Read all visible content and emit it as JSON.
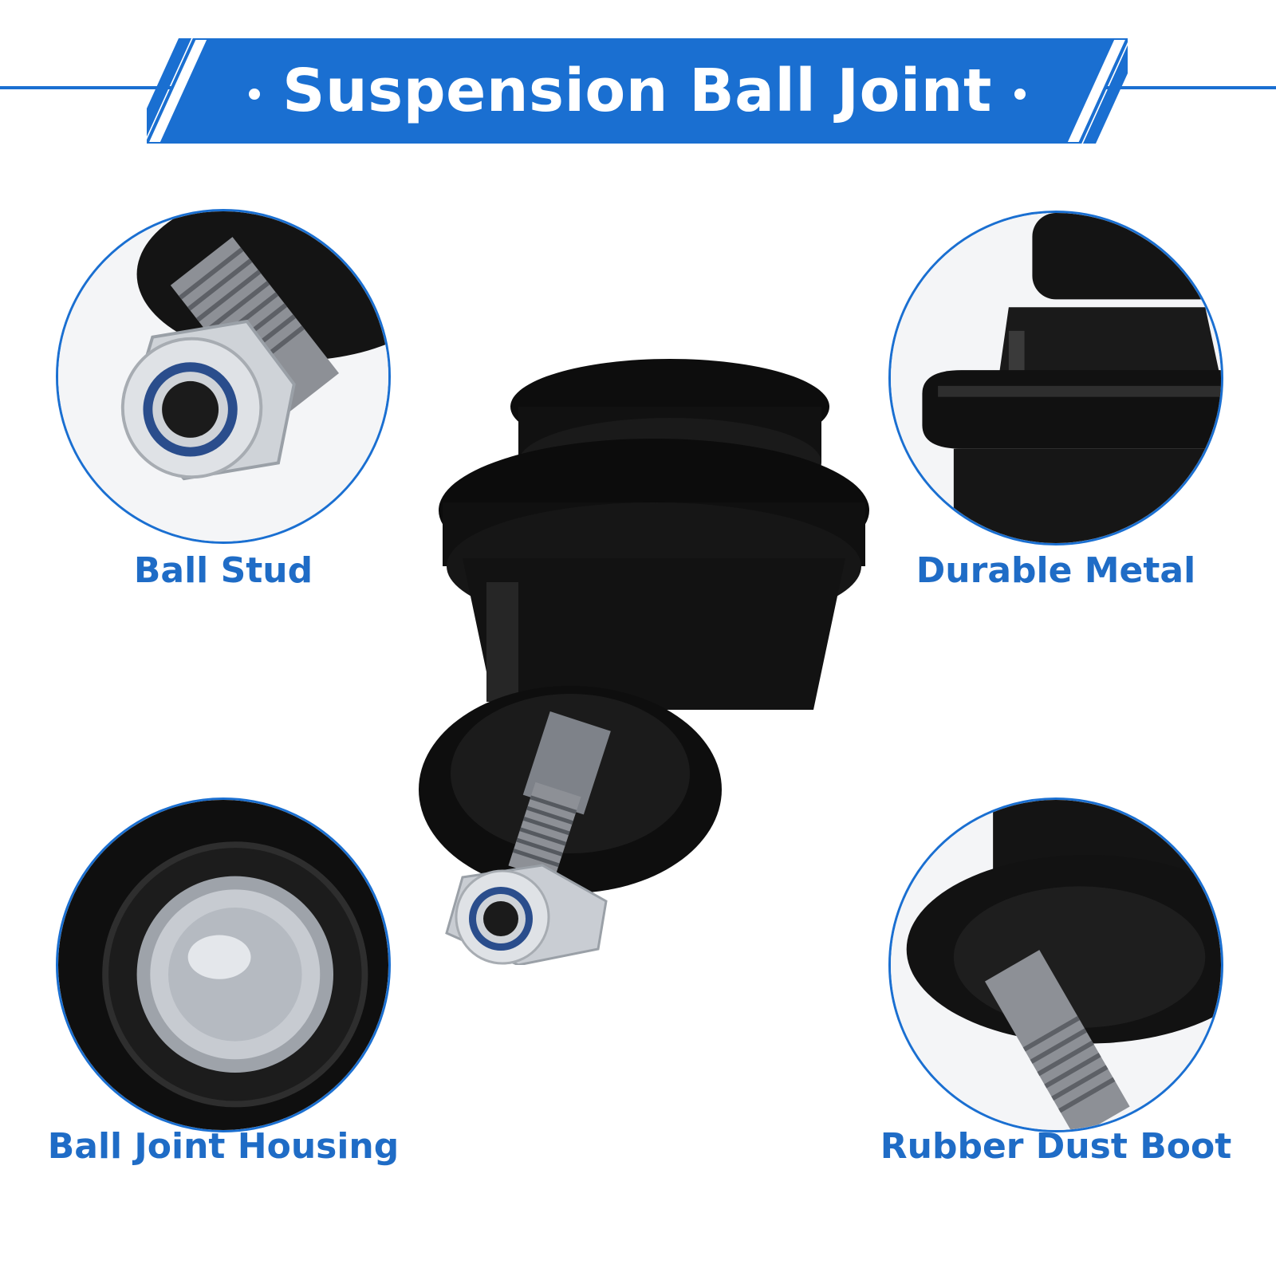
{
  "banner": {
    "title": "Suspension Ball Joint",
    "color": "#1a6fd1"
  },
  "callouts": [
    {
      "label": "Ball Stud",
      "icon": "nut-icon"
    },
    {
      "label": "Durable Metal",
      "icon": "housing-icon"
    },
    {
      "label": "Ball Joint Housing",
      "icon": "housing-cap-icon"
    },
    {
      "label": "Rubber Dust Boot",
      "icon": "dust-boot-icon"
    }
  ],
  "colors": {
    "accent": "#1a6fd1",
    "rubber": "#111111",
    "metal": "#c8ccd2"
  }
}
